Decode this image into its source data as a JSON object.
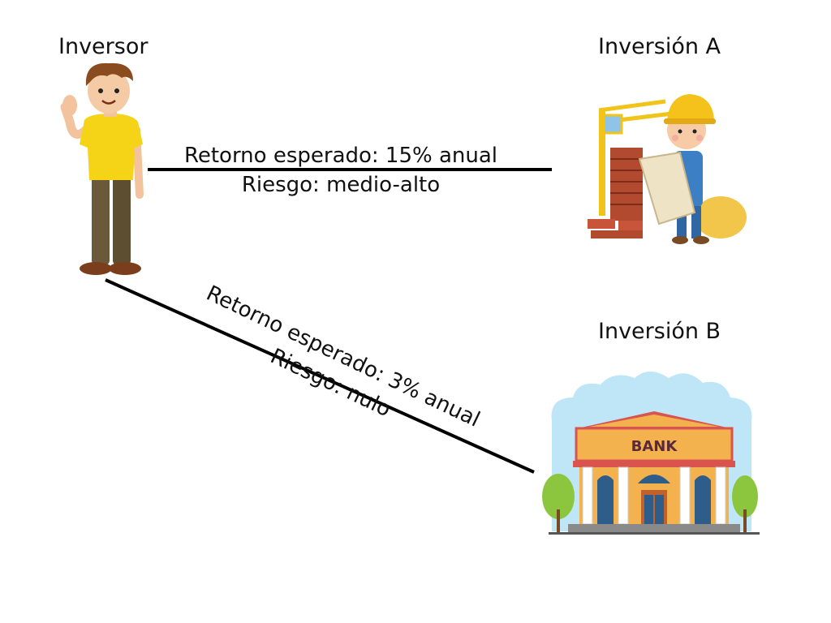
{
  "nodes": {
    "investor": {
      "label": "Inversor",
      "icon": "investor-icon"
    },
    "investment_a": {
      "label": "Inversión A",
      "icon": "construction-worker-icon"
    },
    "investment_b": {
      "label": "Inversión B",
      "icon": "bank-icon",
      "bank_sign": "BANK"
    }
  },
  "edges": [
    {
      "from": "investor",
      "to": "investment_a",
      "return_text": "Retorno esperado: 15% anual",
      "risk_text": "Riesgo: medio-alto"
    },
    {
      "from": "investor",
      "to": "investment_b",
      "return_text": "Retorno esperado: 3% anual",
      "risk_text": "Riesgo: nulo"
    }
  ],
  "colors": {
    "line": "#000000",
    "shirt": "#f5d316",
    "helmet": "#f4c21a",
    "bank_wall": "#f3b24e",
    "sky": "#bfe6f7",
    "roof": "#d9534f"
  }
}
